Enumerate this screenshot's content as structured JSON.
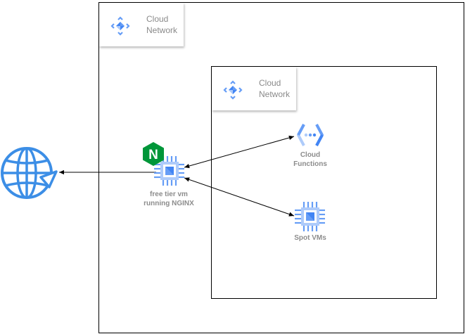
{
  "cloud_network_outer": {
    "label_line1": "Cloud",
    "label_line2": "Network"
  },
  "cloud_network_inner": {
    "label_line1": "Cloud",
    "label_line2": "Network"
  },
  "vm_node": {
    "label_line1": "free tier vm",
    "label_line2": "running NGINX"
  },
  "cloud_functions_node": {
    "label_line1": "Cloud",
    "label_line2": "Functions"
  },
  "spot_vms_node": {
    "label_line1": "Spot VMs"
  },
  "nginx_logo": {
    "letter": "N"
  },
  "icons": {
    "internet": "globe-icon",
    "network": "cloud-network-icon",
    "compute": "compute-engine-icon",
    "functions": "cloud-functions-icon",
    "nginx": "nginx-logo-icon"
  },
  "colors": {
    "gcp_blue_light": "#aecbfa",
    "gcp_blue": "#669df6",
    "gcp_blue_dark": "#4285f4",
    "globe_blue": "#3c8ee6",
    "nginx_green": "#009639",
    "label_gray": "#8c8c8c",
    "line": "#000000"
  }
}
